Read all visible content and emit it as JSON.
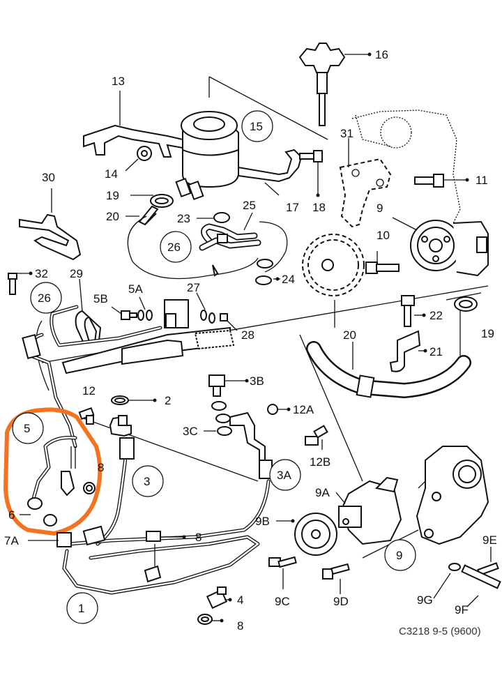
{
  "diagram": {
    "reference": "C3218 9-5 (9600)",
    "highlight_color": "#f47320",
    "labels": {
      "l1": "1",
      "l2": "2",
      "l3": "3",
      "l3A": "3A",
      "l3B": "3B",
      "l3C": "3C",
      "l4": "4",
      "l5": "5",
      "l5A": "5A",
      "l5B": "5B",
      "l6": "6",
      "l7A": "7A",
      "l8a": "8",
      "l8b": "8",
      "l8c": "8",
      "l8d": "8",
      "l9a": "9",
      "l9b": "9",
      "l9A": "9A",
      "l9B": "9B",
      "l9C": "9C",
      "l9D": "9D",
      "l9E": "9E",
      "l9F": "9F",
      "l9G": "9G",
      "l10": "10",
      "l11": "11",
      "l12": "12",
      "l12A": "12A",
      "l12B": "12B",
      "l13": "13",
      "l14": "14",
      "l15": "15",
      "l16": "16",
      "l17": "17",
      "l18": "18",
      "l19a": "19",
      "l19b": "19",
      "l20a": "20",
      "l20b": "20",
      "l21": "21",
      "l22": "22",
      "l23": "23",
      "l24": "24",
      "l25": "25",
      "l26a": "26",
      "l26b": "26",
      "l27": "27",
      "l28": "28",
      "l29": "29",
      "l30": "30",
      "l31": "31",
      "l32": "32"
    }
  }
}
